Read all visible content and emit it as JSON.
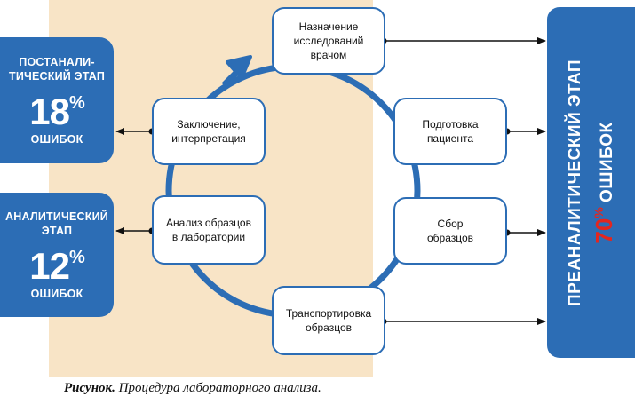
{
  "colors": {
    "accent_blue": "#2c6db5",
    "background_panel": "#f8e4c6",
    "highlight_red": "#e3261f"
  },
  "cycle_nodes": [
    {
      "id": "prescription",
      "label": "Назначение\nисследований\nврачом"
    },
    {
      "id": "patient_prep",
      "label": "Подготовка\nпациента"
    },
    {
      "id": "sample_collection",
      "label": "Сбор\nобразцов"
    },
    {
      "id": "transport",
      "label": "Транспортировка\nобразцов"
    },
    {
      "id": "analysis",
      "label": "Анализ образцов\nв лаборатории"
    },
    {
      "id": "conclusion",
      "label": "Заключение,\nинтерпретация"
    }
  ],
  "stages": {
    "postanalytic": {
      "title": "ПОСТАНАЛИ-\nТИЧЕСКИЙ ЭТАП",
      "percent": "18",
      "unit": "%",
      "errors": "ОШИБОК"
    },
    "analytic": {
      "title": "АНАЛИТИЧЕСКИЙ\nЭТАП",
      "percent": "12",
      "unit": "%",
      "errors": "ОШИБОК"
    },
    "preanalytic": {
      "title": "ПРЕАНАЛИТИЧЕСКИЙ ЭТАП",
      "percent": "70",
      "unit": "%",
      "errors": "ОШИБОК"
    }
  },
  "caption": {
    "label": "Рисунок.",
    "text": " Процедура лабораторного анализа."
  }
}
